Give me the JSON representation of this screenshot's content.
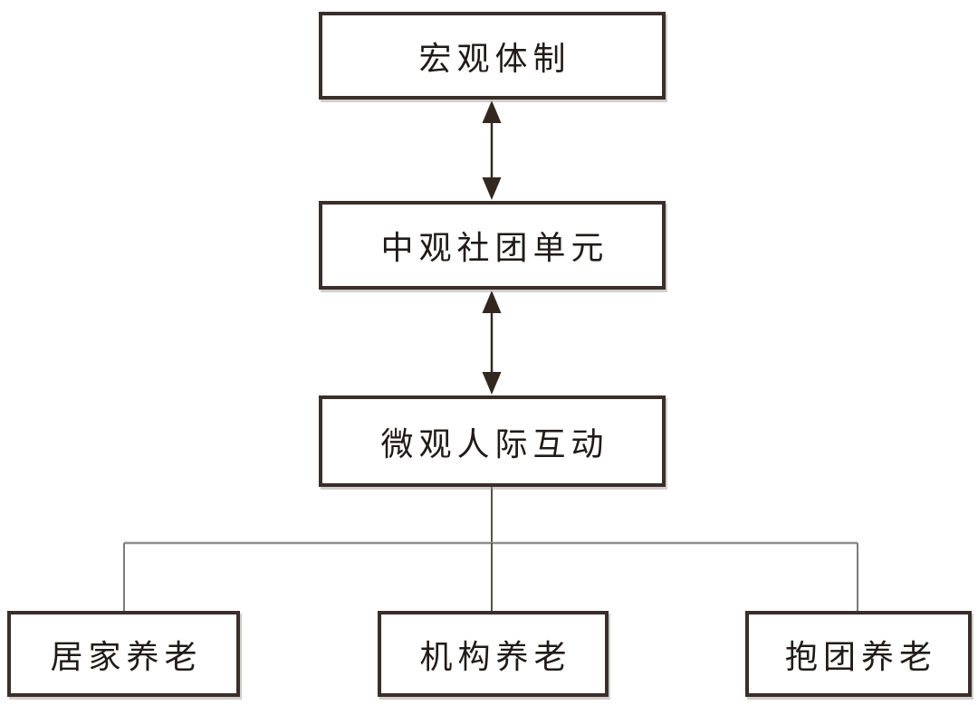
{
  "diagram": {
    "nodes": {
      "macro": {
        "label": "宏观体制"
      },
      "meso": {
        "label": "中观社团单元"
      },
      "micro": {
        "label": "微观人际互动"
      },
      "home": {
        "label": "居家养老"
      },
      "institution": {
        "label": "机构养老"
      },
      "group": {
        "label": "抱团养老"
      }
    },
    "edges": [
      {
        "from": "macro",
        "to": "meso",
        "type": "double-arrow"
      },
      {
        "from": "meso",
        "to": "micro",
        "type": "double-arrow"
      },
      {
        "from": "micro",
        "to": "home",
        "type": "line"
      },
      {
        "from": "micro",
        "to": "institution",
        "type": "line"
      },
      {
        "from": "micro",
        "to": "group",
        "type": "line"
      }
    ],
    "colors": {
      "background": "#ffffff",
      "box_border": "#3a2e2b",
      "text": "#201a18",
      "arrow": "#32281f",
      "tree_stem": "#57504c",
      "tree_rail": "#8f8f8f",
      "tree_drop": "#7b7b7b"
    }
  }
}
